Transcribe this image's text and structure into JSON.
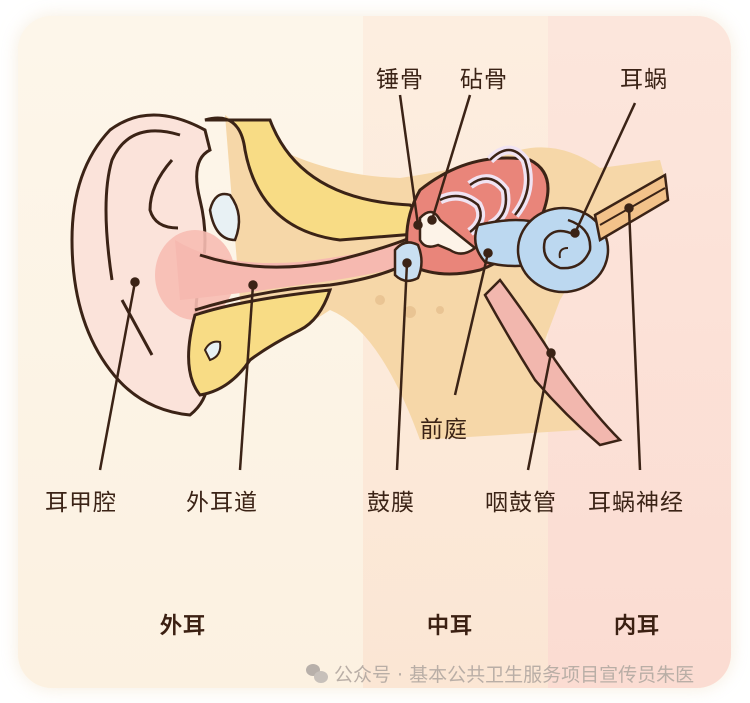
{
  "diagram": {
    "subject": "Ear anatomy",
    "sections": [
      {
        "id": "outer",
        "label": "外耳",
        "color": "#fdf6ea"
      },
      {
        "id": "middle",
        "label": "中耳",
        "color": "#fdeee0"
      },
      {
        "id": "inner",
        "label": "内耳",
        "color": "#fce6dc"
      }
    ],
    "top_labels": [
      {
        "text": "锤骨",
        "section": "middle"
      },
      {
        "text": "砧骨",
        "section": "middle"
      },
      {
        "text": "耳蜗",
        "section": "inner"
      }
    ],
    "bottom_labels": [
      {
        "text": "耳甲腔",
        "section": "outer"
      },
      {
        "text": "外耳道",
        "section": "outer"
      },
      {
        "text": "鼓膜",
        "section": "middle"
      },
      {
        "text": "咽鼓管",
        "section": "middle"
      },
      {
        "text": "耳蜗神经",
        "section": "inner"
      }
    ],
    "mid_labels": [
      {
        "text": "前庭",
        "section": "middle"
      }
    ],
    "colors": {
      "outline": "#3b2316",
      "auricle": "#fbe3da",
      "canal": "#f6b9b0",
      "cartilage": "#f8dc85",
      "bone": "#f6d7a8",
      "middle_cavity": "#e9857a",
      "labyrinth": "#bcd8f0",
      "nerve": "#f3c28a",
      "tube": "#f2b7ae"
    }
  },
  "watermark": {
    "icon": "wechat-icon",
    "text": "公众号 · 基本公共卫生服务项目宣传员朱医"
  }
}
